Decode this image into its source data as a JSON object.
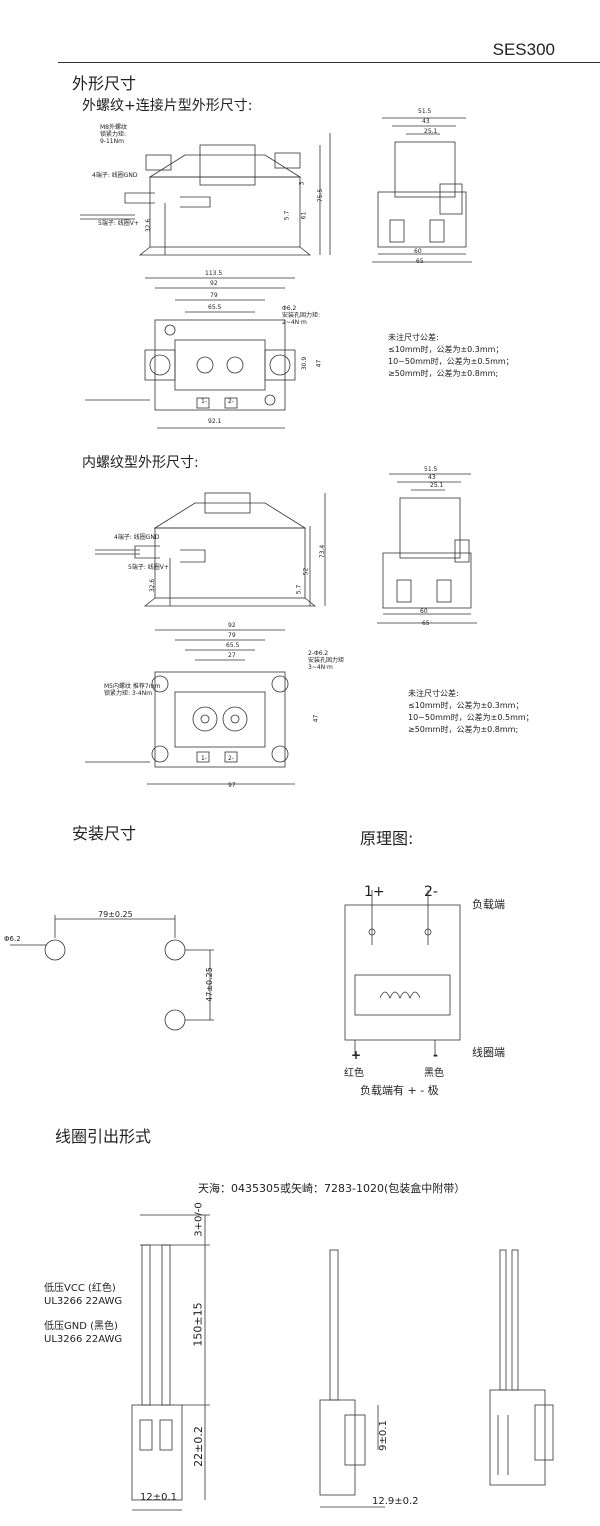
{
  "header": {
    "model": "SES300"
  },
  "sections": {
    "outline": "外形尺寸",
    "ext_thread": "外螺纹+连接片型外形尺寸:",
    "int_thread": "内螺纹型外形尺寸:",
    "mounting": "安装尺寸",
    "schematic": "原理图:",
    "coil_lead": "线圈引出形式"
  },
  "ext_view": {
    "torque_note": [
      "M8外螺纹",
      "锁紧力矩:",
      "9-11Nm"
    ],
    "pin4": "4端子: 线圈GND",
    "pin5": "5端子: 线圈V+",
    "dims_side": [
      "3",
      "5.7",
      "61",
      "75.5",
      "32.6"
    ],
    "dims_end": [
      "51.5",
      "43",
      "25.1",
      "60",
      "65"
    ],
    "dims_top": [
      "113.5",
      "92",
      "79",
      "65.5",
      "92.1",
      "30.9",
      "47"
    ],
    "hole_note": [
      "Φ6.2",
      "安装孔固力矩:",
      "2~4N·m"
    ],
    "terminals": [
      "1-",
      "2-"
    ]
  },
  "tolerance_1": [
    "未注尺寸公差:",
    "≤10mm时，公差为±0.3mm；",
    "10~50mm时，公差为±0.5mm；",
    "≥50mm时，公差为±0.8mm;"
  ],
  "int_view": {
    "pin4": "4端子: 线圈GND",
    "pin5": "5端子: 线圈V+",
    "dims_side": [
      "73.4",
      "52",
      "5.7",
      "32.6"
    ],
    "dims_end": [
      "51.5",
      "43",
      "25.1",
      "60",
      "65"
    ],
    "dims_top": [
      "92",
      "79",
      "65.5",
      "27",
      "97",
      "47"
    ],
    "torque_note": [
      "M5内螺纹  推荐7mm",
      "锁紧力矩: 3-4Nm"
    ],
    "hole_note": [
      "2-Φ6.2",
      "安装孔固力矩",
      "3~4N·m"
    ],
    "terminals": [
      "1-",
      "2-"
    ]
  },
  "tolerance_2": [
    "未注尺寸公差:",
    "≤10mm时，公差为±0.3mm；",
    "10~50mm时，公差为±0.5mm；",
    "≥50mm时，公差为±0.8mm;"
  ],
  "mount": {
    "phi": "Φ6.2",
    "h": "79±0.25",
    "v": "47±0.25"
  },
  "schematic": {
    "p1": "1+",
    "p2": "2-",
    "load_end": "负载端",
    "coil_end": "线圈端",
    "plus": "+",
    "minus": "-",
    "red": "红色",
    "black": "黑色",
    "polarity": "负载端有 + - 极"
  },
  "lead": {
    "connector_note": "天海：0435305或矢崎：7283-1020(包装盒中附带）",
    "vcc": [
      "低压VCC (红色)",
      "UL3266  22AWG"
    ],
    "gnd": [
      "低压GND (黑色)",
      "UL3266  22AWG"
    ],
    "dims": [
      "3+0/-0",
      "150±15",
      "22±0.2",
      "12±0.1",
      "9±0.1",
      "12.9±0.2"
    ]
  }
}
